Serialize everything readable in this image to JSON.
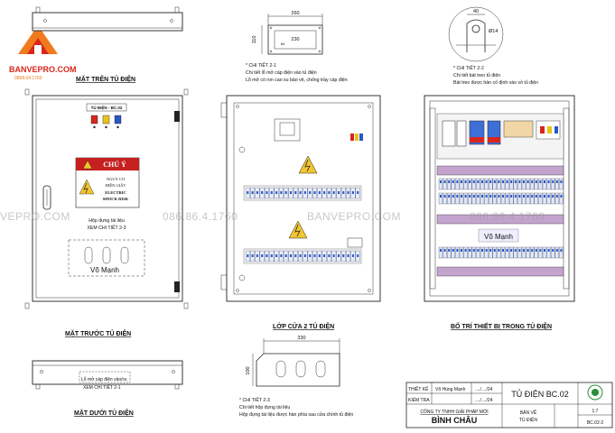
{
  "logo": {
    "text": "BANVEPRO.COM",
    "phone": "0868.64.1760",
    "colors": {
      "orange": "#f07a1c",
      "red": "#d9261c"
    }
  },
  "views": {
    "top": "MẶT TRÊN TỦ ĐIỆN",
    "front": "MẶT TRƯỚC TỦ ĐIỆN",
    "door": "LỚP CỬA 2 TỦ ĐIỆN",
    "inside": "BỐ TRÍ THIẾT BỊ TRONG TỦ ĐIỆN",
    "bottom": "MẶT DƯỚI TỦ ĐIỆN"
  },
  "front": {
    "nameplate": "TỦ ĐIỆN - BC.02",
    "warning_title": "CHÚ Ý",
    "warning_line1": "NGUY CƠ",
    "warning_line2": "ĐIỆN GIẬT",
    "warning_line3": "ELECTRIC",
    "warning_line4": "SHOCK RISK",
    "pocket_line1": "Hộp đựng tài liệu",
    "pocket_line2": "XEM CHI TIẾT 2-3",
    "signature": "Võ Mạnh"
  },
  "bottom": {
    "note_line1": "Lỗ mở cáp điện vào/ra",
    "note_line2": "XEM CHI TIẾT 2-1"
  },
  "detail_21": {
    "width": "260",
    "inner": "230",
    "height": "110",
    "small": "60",
    "title": "* CHI TIẾT 2-1",
    "line1": "Chi tiết lỗ mở cáp điện vào tủ điện",
    "line2": "Lỗ mở có ron cao su bảo vệ, chống trầy cáp điện"
  },
  "detail_22": {
    "width": "40",
    "hole": "Ø14",
    "title": "* CHI TIẾT 2-2",
    "line1": "Chi tiết bát treo tủ điện",
    "line2": "Bát treo được hàn cố định vào vỏ tủ điện"
  },
  "detail_23": {
    "width": "330",
    "height": "100",
    "title": "* CHI TIẾT 2-3",
    "line1": "Chi tiết hộp đựng tài liệu",
    "line2": "Hộp đựng tài liệu được hàn phía sau cửa chính tủ điện"
  },
  "inside": {
    "signature": "Võ Mạnh"
  },
  "watermarks": {
    "left": "VEPRO.COM",
    "phone1": "086.86.4.1760",
    "center": "BANVEPRO.COM",
    "phone2": "086.86.4.1760"
  },
  "title_block": {
    "designed_label": "THIẾT KẾ",
    "designer": "Võ Hùng Mạnh",
    "date1": "..../..../24",
    "checked_label": "KIỂM TRA",
    "date2": "..../..../24",
    "drawing_title": "TỦ ĐIỆN BC.02",
    "company_line": "CÔNG TY TNHH GIẢI PHÁP MỚI",
    "company_name": "BÌNH CHÂU",
    "sheet_label1": "BẢN VẼ",
    "sheet_label2": "TỦ ĐIỆN",
    "scale": "1:7",
    "sheet_no": "BC.02-2"
  }
}
